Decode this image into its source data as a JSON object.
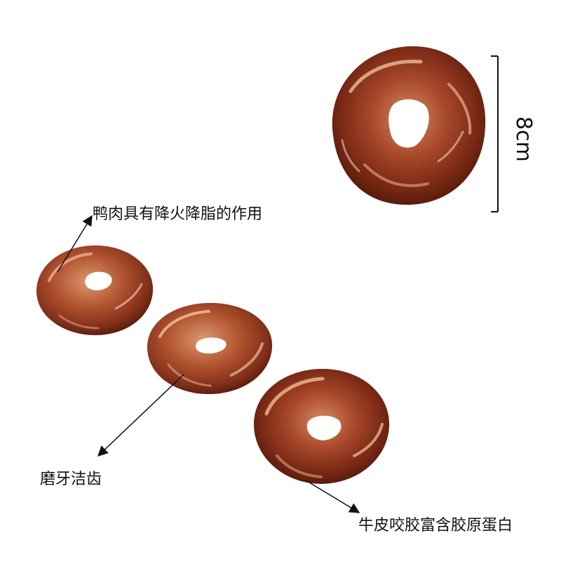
{
  "labels": {
    "size": "8cm",
    "duck": "鸭肉具有降火降脂的作用",
    "teeth": "磨牙洁齿",
    "collagen": "牛皮咬胶富含胶原蛋白"
  },
  "colors": {
    "background": "#ffffff",
    "meat_dark": "#6e2412",
    "meat_mid": "#9a3c1e",
    "meat_light": "#c87a52",
    "highlight": "#f2c8a8",
    "line": "#111111"
  }
}
